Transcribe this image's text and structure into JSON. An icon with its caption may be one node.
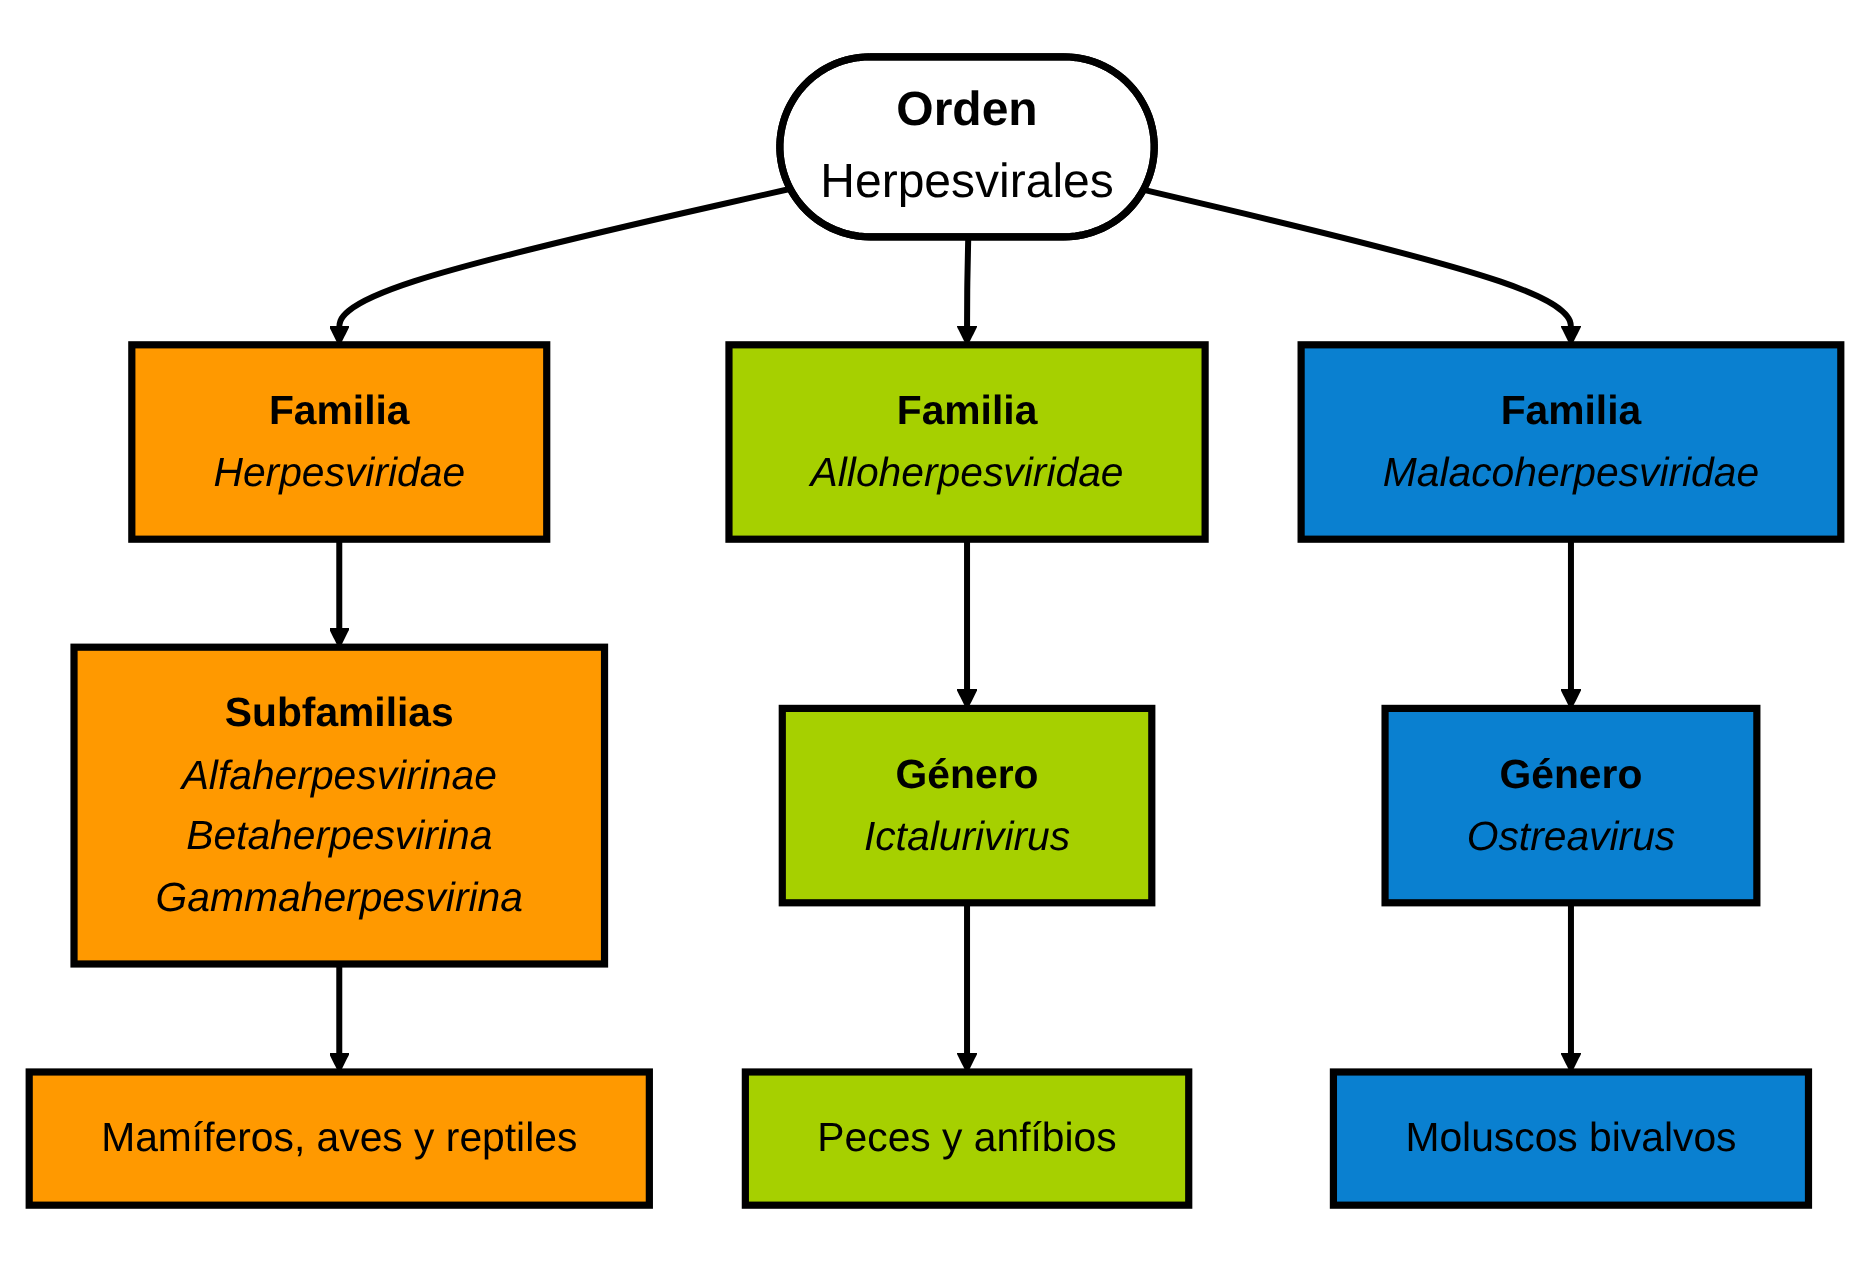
{
  "diagram": {
    "nodes": [
      {
        "text": [
          "Orden",
          "Herpesvirales"
        ]
      },
      {
        "text": [
          "Familia",
          "Herpesviridae"
        ]
      },
      {
        "text": [
          "Familia",
          "Alloherpesviridae"
        ]
      },
      {
        "text": [
          "Familia",
          "Malacoherpesviridae"
        ]
      },
      {
        "text": [
          "Subfamilias",
          "Alfaherpesvirinae",
          "Betaherpesvirina",
          "Gammaherpesvirina"
        ]
      },
      {
        "text": [
          "Mamíferos, aves y reptiles"
        ]
      },
      {
        "text": [
          "Género",
          "Ictalurivirus"
        ]
      },
      {
        "text": [
          "Peces y anfíbios"
        ]
      },
      {
        "text": [
          "Género",
          "Ostreavirus"
        ]
      },
      {
        "text": [
          "Moluscos bivalvos"
        ]
      }
    ],
    "edges": [
      {
        "from": 0,
        "to": 1,
        "arrow": "to"
      },
      {
        "from": 0,
        "to": 2,
        "arrow": "to"
      },
      {
        "from": 0,
        "to": 3,
        "arrow": "to"
      },
      {
        "from": 1,
        "to": 4,
        "arrow": "to"
      },
      {
        "from": 4,
        "to": 5,
        "arrow": "to"
      },
      {
        "from": 2,
        "to": 6,
        "arrow": "to"
      },
      {
        "from": 6,
        "to": 7,
        "arrow": "to"
      },
      {
        "from": 3,
        "to": 8,
        "arrow": "to"
      },
      {
        "from": 8,
        "to": 9,
        "arrow": "to"
      }
    ]
  }
}
